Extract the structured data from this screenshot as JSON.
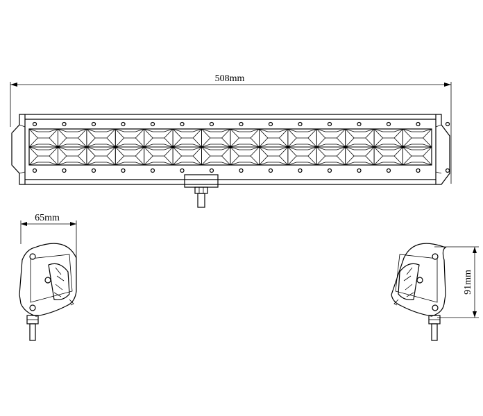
{
  "dimensions": {
    "length": "508mm",
    "depth": "65mm",
    "height": "91mm"
  }
}
